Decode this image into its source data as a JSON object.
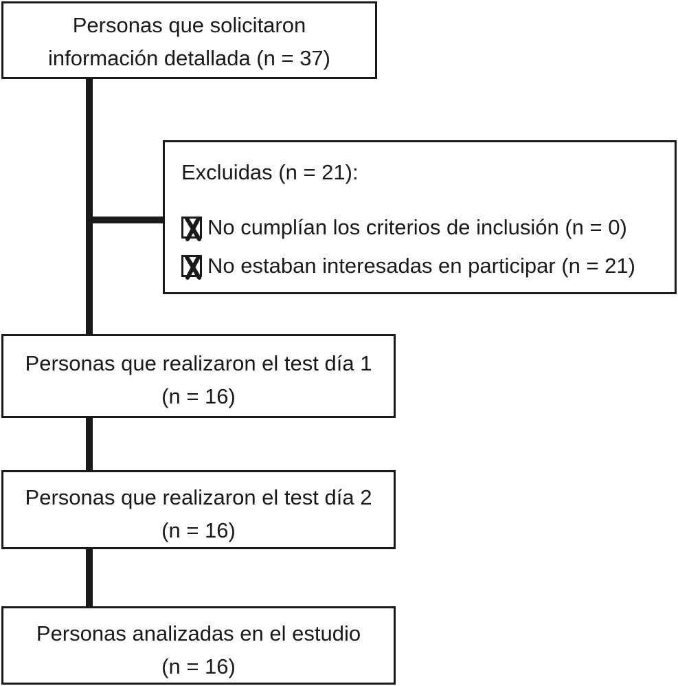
{
  "boxes": {
    "top": {
      "line1": "Personas que solicitaron",
      "line2": "información detallada (n = 37)"
    },
    "excluded": {
      "title": "Excluidas (n = 21):",
      "items": [
        {
          "label": "No cumplían los criterios de inclusión (n = 0)",
          "icon": "checkbox-x-icon"
        },
        {
          "label": "No estaban interesadas en participar (n = 21)",
          "icon": "checkbox-x-icon"
        }
      ]
    },
    "day1": {
      "line1": "Personas que realizaron el test día 1",
      "line2": "(n = 16)"
    },
    "day2": {
      "line1": "Personas que realizaron el test día 2",
      "line2": "(n = 16)"
    },
    "final": {
      "line1": "Personas analizadas en el estudio",
      "line2": "(n = 16)"
    }
  },
  "colors": {
    "stroke": "#1a1a1a",
    "background": "#ffffff"
  }
}
